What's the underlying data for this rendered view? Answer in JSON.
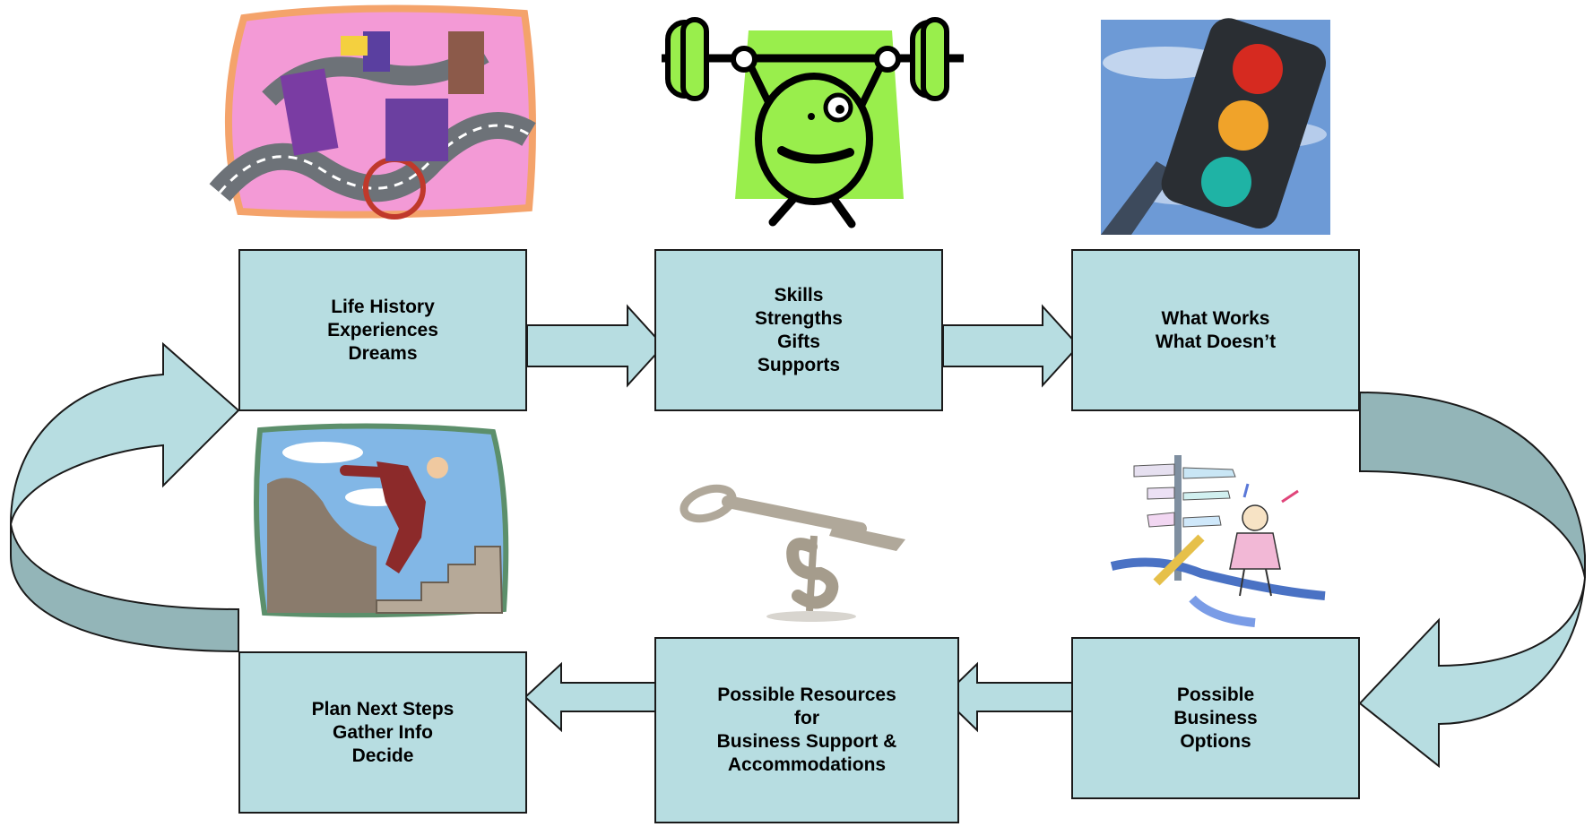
{
  "colors": {
    "box_fill": "#b7dde1",
    "arrow_fill": "#b7dde1",
    "arrow_shadow": "#93b5b8",
    "outline": "#1a1a1a"
  },
  "boxes": [
    {
      "lines": [
        "Life History",
        "Experiences",
        "Dreams"
      ]
    },
    {
      "lines": [
        "Skills",
        "Strengths",
        "Gifts",
        "Supports"
      ]
    },
    {
      "lines": [
        "What Works",
        "What Doesn’t"
      ]
    },
    {
      "lines": [
        "Possible",
        "Business",
        "Options"
      ]
    },
    {
      "lines": [
        "Possible Resources",
        "for",
        "Business Support &",
        "Accommodations"
      ]
    },
    {
      "lines": [
        "Plan Next Steps",
        "Gather Info",
        "Decide"
      ]
    }
  ],
  "icons": [
    "journey-clipart-icon",
    "weightlifter-clipart-icon",
    "traffic-light-photo-icon",
    "climbing-stairs-clipart-icon",
    "dollar-key-icon",
    "signpost-crossroads-clipart-icon"
  ]
}
